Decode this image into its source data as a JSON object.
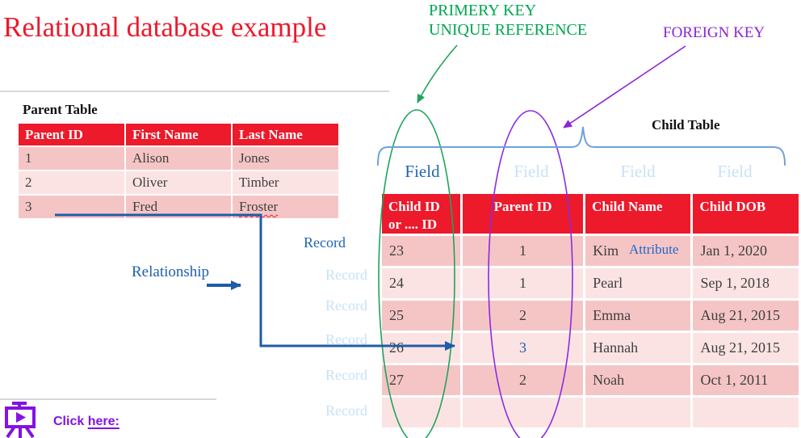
{
  "title": "Relational database example",
  "parent_table": {
    "label": "Parent Table",
    "headers": [
      "Parent ID",
      "First Name",
      "Last Name"
    ],
    "rows": [
      [
        "1",
        "Alison",
        "Jones"
      ],
      [
        "2",
        "Oliver",
        "Timber"
      ],
      [
        "3",
        "Fred",
        "Froster"
      ]
    ]
  },
  "child_table": {
    "label": "Child Table",
    "headers": [
      "Child ID or .... ID",
      "Parent ID",
      "Child Name",
      "Child DOB"
    ],
    "rows": [
      [
        "23",
        "1",
        "Kim",
        "Jan 1, 2020"
      ],
      [
        "24",
        "1",
        "Pearl",
        "Sep 1, 2018"
      ],
      [
        "25",
        "2",
        "Emma",
        "Aug 21, 2015"
      ],
      [
        "26",
        "3",
        "Hannah",
        "Aug 21, 2015"
      ],
      [
        "27",
        "2",
        "Noah",
        "Oct 1, 2011"
      ]
    ]
  },
  "annotations": {
    "primary_key_line1": "PRIMERY KEY",
    "primary_key_line2": "UNIQUE REFERENCE",
    "foreign_key": "FOREIGN KEY",
    "field": "Field",
    "record": "Record",
    "relationship": "Relationship",
    "attribute": "Attribute"
  },
  "footer": {
    "click_text": "Click",
    "link_text": "here:"
  },
  "icons": {
    "presentation_play_icon": "projector-screen-with-play-button"
  },
  "colors": {
    "title_red": "#EC1A2B",
    "table_header_red": "#EC1A2B",
    "row_dark_pink": "#F5C5C5",
    "row_light_pink": "#FCE3E3",
    "primary_key_green": "#00A551",
    "ellipse_green": "#1FA35C",
    "foreign_key_purple": "#8C24D6",
    "ellipse_purple": "#8A2BE2",
    "accent_blue_dark": "#2166B0",
    "accent_blue_light": "#C7E2F7",
    "brace_blue": "#6FA1D9",
    "relationship_blue": "#1F5CA9",
    "link_purple": "#8312E3"
  }
}
